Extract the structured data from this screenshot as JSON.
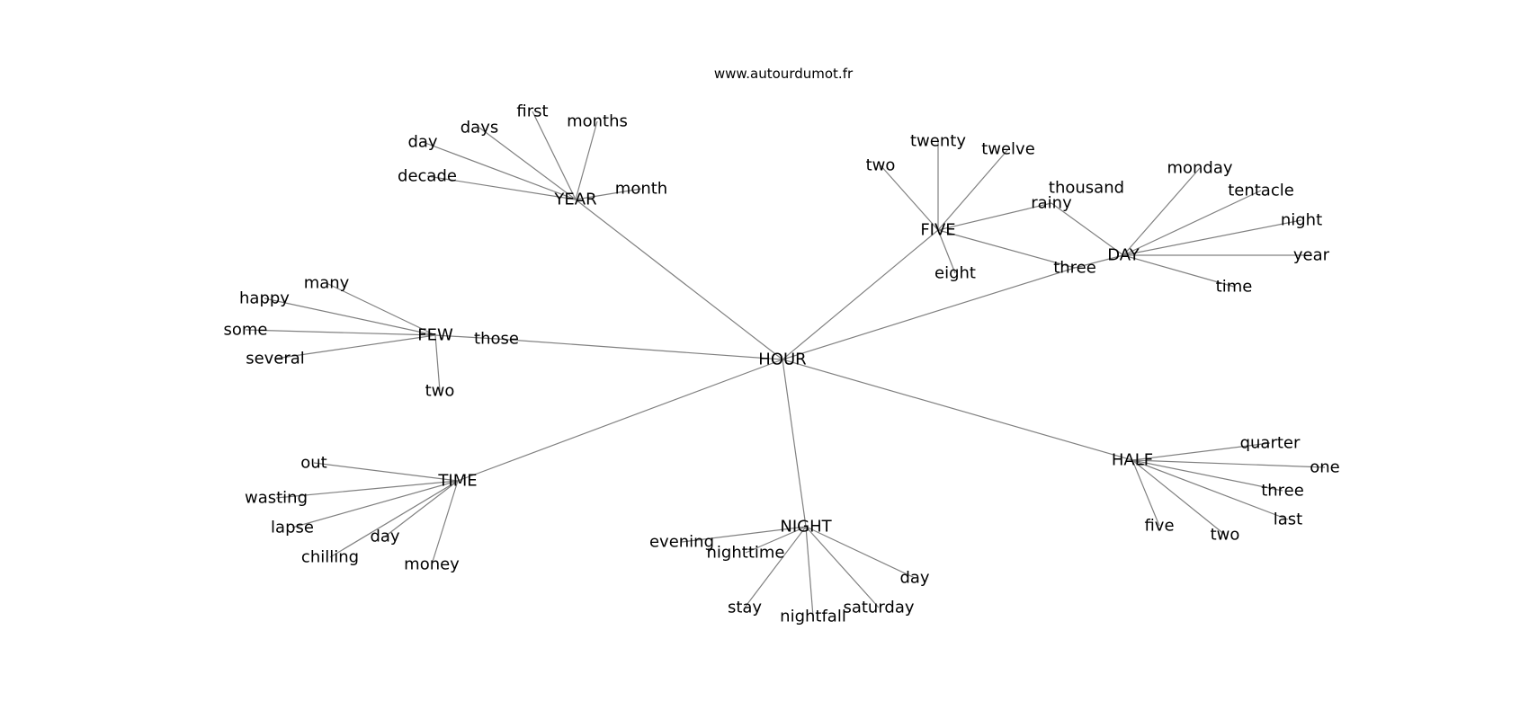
{
  "source_label": "www.autourdumot.fr",
  "colors": {
    "edge": "#808080",
    "text": "#000000",
    "background": "#ffffff"
  },
  "nodes": [
    {
      "id": "hour",
      "label": "HOUR"
    },
    {
      "id": "year",
      "label": "YEAR"
    },
    {
      "id": "year_day",
      "label": "day"
    },
    {
      "id": "year_days",
      "label": "days"
    },
    {
      "id": "year_first",
      "label": "first"
    },
    {
      "id": "year_months",
      "label": "months"
    },
    {
      "id": "year_month",
      "label": "month"
    },
    {
      "id": "year_decade",
      "label": "decade"
    },
    {
      "id": "five",
      "label": "FIVE"
    },
    {
      "id": "five_two",
      "label": "two"
    },
    {
      "id": "five_twenty",
      "label": "twenty"
    },
    {
      "id": "five_twelve",
      "label": "twelve"
    },
    {
      "id": "five_thousand",
      "label": "thousand"
    },
    {
      "id": "five_eight",
      "label": "eight"
    },
    {
      "id": "rainy",
      "label": "rainy"
    },
    {
      "id": "three_mid",
      "label": "three"
    },
    {
      "id": "day_hub",
      "label": "DAY"
    },
    {
      "id": "day_monday",
      "label": "monday"
    },
    {
      "id": "day_tentacle",
      "label": "tentacle"
    },
    {
      "id": "day_night",
      "label": "night"
    },
    {
      "id": "day_year",
      "label": "year"
    },
    {
      "id": "day_time",
      "label": "time"
    },
    {
      "id": "few",
      "label": "FEW"
    },
    {
      "id": "few_many",
      "label": "many"
    },
    {
      "id": "few_happy",
      "label": "happy"
    },
    {
      "id": "few_some",
      "label": "some"
    },
    {
      "id": "few_several",
      "label": "several"
    },
    {
      "id": "few_two",
      "label": "two"
    },
    {
      "id": "those",
      "label": "those"
    },
    {
      "id": "time",
      "label": "TIME"
    },
    {
      "id": "time_out",
      "label": "out"
    },
    {
      "id": "time_wasting",
      "label": "wasting"
    },
    {
      "id": "time_lapse",
      "label": "lapse"
    },
    {
      "id": "time_day",
      "label": "day"
    },
    {
      "id": "time_chilling",
      "label": "chilling"
    },
    {
      "id": "time_money",
      "label": "money"
    },
    {
      "id": "night",
      "label": "NIGHT"
    },
    {
      "id": "night_evening",
      "label": "evening"
    },
    {
      "id": "night_nighttime",
      "label": "nighttime"
    },
    {
      "id": "night_stay",
      "label": "stay"
    },
    {
      "id": "night_nightfall",
      "label": "nightfall"
    },
    {
      "id": "night_saturday",
      "label": "saturday"
    },
    {
      "id": "night_day",
      "label": "day"
    },
    {
      "id": "half",
      "label": "HALF"
    },
    {
      "id": "half_quarter",
      "label": "quarter"
    },
    {
      "id": "half_one",
      "label": "one"
    },
    {
      "id": "half_three",
      "label": "three"
    },
    {
      "id": "half_last",
      "label": "last"
    },
    {
      "id": "half_two",
      "label": "two"
    },
    {
      "id": "half_five",
      "label": "five"
    }
  ],
  "edges": [
    [
      "hour",
      "year"
    ],
    [
      "hour",
      "five"
    ],
    [
      "hour",
      "three_mid"
    ],
    [
      "hour",
      "those"
    ],
    [
      "hour",
      "time"
    ],
    [
      "hour",
      "night"
    ],
    [
      "hour",
      "half"
    ],
    [
      "year",
      "year_day"
    ],
    [
      "year",
      "year_days"
    ],
    [
      "year",
      "year_first"
    ],
    [
      "year",
      "year_months"
    ],
    [
      "year",
      "year_month"
    ],
    [
      "year",
      "year_decade"
    ],
    [
      "five",
      "five_two"
    ],
    [
      "five",
      "five_twenty"
    ],
    [
      "five",
      "five_twelve"
    ],
    [
      "five",
      "rainy"
    ],
    [
      "five",
      "five_eight"
    ],
    [
      "five",
      "three_mid"
    ],
    [
      "three_mid",
      "day_hub"
    ],
    [
      "rainy",
      "day_hub"
    ],
    [
      "day_hub",
      "day_monday"
    ],
    [
      "day_hub",
      "day_tentacle"
    ],
    [
      "day_hub",
      "day_night"
    ],
    [
      "day_hub",
      "day_year"
    ],
    [
      "day_hub",
      "day_time"
    ],
    [
      "those",
      "few"
    ],
    [
      "few",
      "few_many"
    ],
    [
      "few",
      "few_happy"
    ],
    [
      "few",
      "few_some"
    ],
    [
      "few",
      "few_several"
    ],
    [
      "few",
      "few_two"
    ],
    [
      "time",
      "time_out"
    ],
    [
      "time",
      "time_wasting"
    ],
    [
      "time",
      "time_lapse"
    ],
    [
      "time",
      "time_day"
    ],
    [
      "time",
      "time_chilling"
    ],
    [
      "time",
      "time_money"
    ],
    [
      "night",
      "night_evening"
    ],
    [
      "night",
      "night_nighttime"
    ],
    [
      "night",
      "night_stay"
    ],
    [
      "night",
      "night_nightfall"
    ],
    [
      "night",
      "night_saturday"
    ],
    [
      "night",
      "night_day"
    ],
    [
      "half",
      "half_quarter"
    ],
    [
      "half",
      "half_one"
    ],
    [
      "half",
      "half_three"
    ],
    [
      "half",
      "half_last"
    ],
    [
      "half",
      "half_two"
    ],
    [
      "half",
      "half_five"
    ]
  ]
}
